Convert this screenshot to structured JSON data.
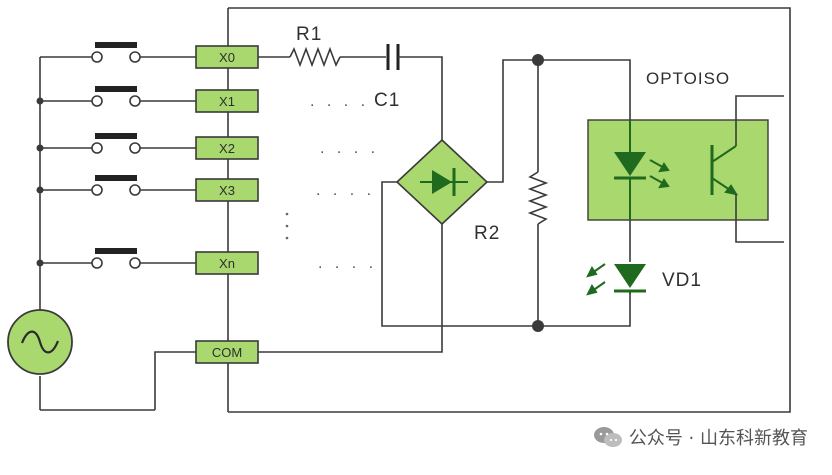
{
  "diagram": {
    "terminals": [
      "X0",
      "X1",
      "X2",
      "X3",
      "Xn",
      "COM"
    ],
    "resistor_1": "R1",
    "capacitor_1": "C1",
    "resistor_2": "R2",
    "optocoupler": "OPTOISO",
    "led": "VD1",
    "ellipsis": ". . . .",
    "colors": {
      "green_fill": "#a9d86e",
      "green_dark": "#1f6a1f",
      "wire": "#3a3a3a"
    }
  },
  "watermark": {
    "icon": "wechat-icon",
    "text": "公众号 · 山东科新教育"
  }
}
